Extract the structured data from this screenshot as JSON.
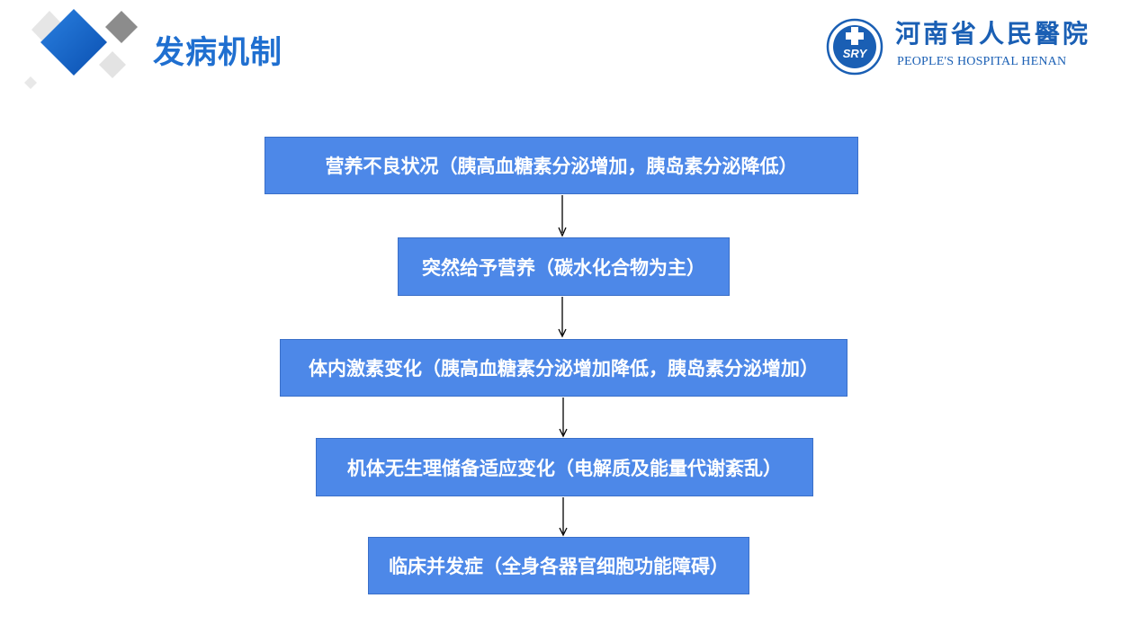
{
  "header": {
    "title": "发病机制",
    "accent_color": "#1f6fd0"
  },
  "logo": {
    "emblem_text": "SRY",
    "name_cn": "河南省人民醫院",
    "name_en": "PEOPLE'S HOSPITAL HENAN",
    "brand_color": "#1a5fb4"
  },
  "flowchart": {
    "box_color": "#4d88e8",
    "steps": [
      "营养不良状况（胰高血糖素分泌增加，胰岛素分泌降低）",
      "突然给予营养（碳水化合物为主）",
      "体内激素变化（胰高血糖素分泌增加降低，胰岛素分泌增加）",
      "机体无生理储备适应变化（电解质及能量代谢紊乱）",
      "临床并发症（全身各器官细胞功能障碍）"
    ]
  }
}
